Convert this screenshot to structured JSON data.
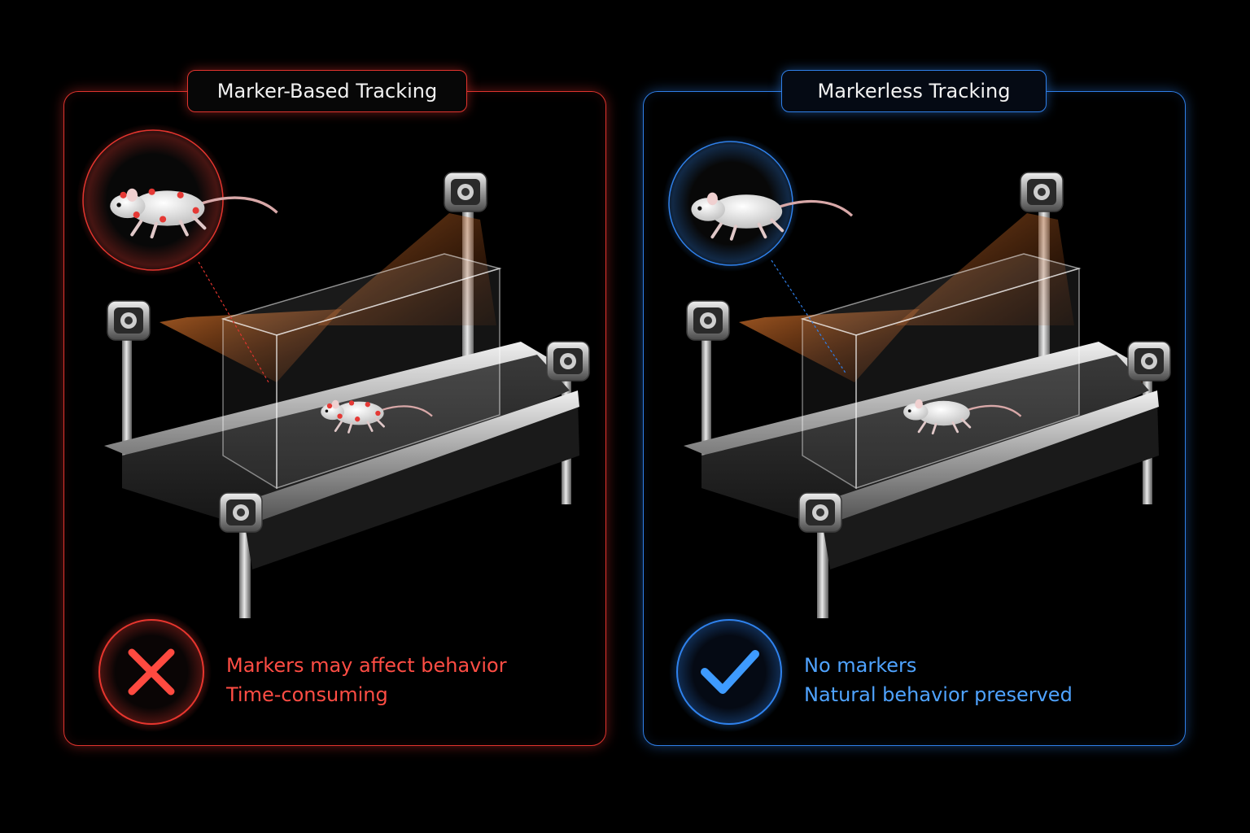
{
  "left_panel": {
    "title": "Marker-Based Tracking",
    "captions": [
      "Markers may affect behavior",
      "Time-consuming"
    ],
    "status_icon": "cross-icon",
    "accent": "#e0342e",
    "caption_color": "#ff4d44"
  },
  "right_panel": {
    "title": "Markerless Tracking",
    "captions": [
      "No markers",
      "Natural behavior preserved"
    ],
    "status_icon": "check-icon",
    "accent": "#2f7fe8",
    "caption_color": "#4fa3ff"
  }
}
